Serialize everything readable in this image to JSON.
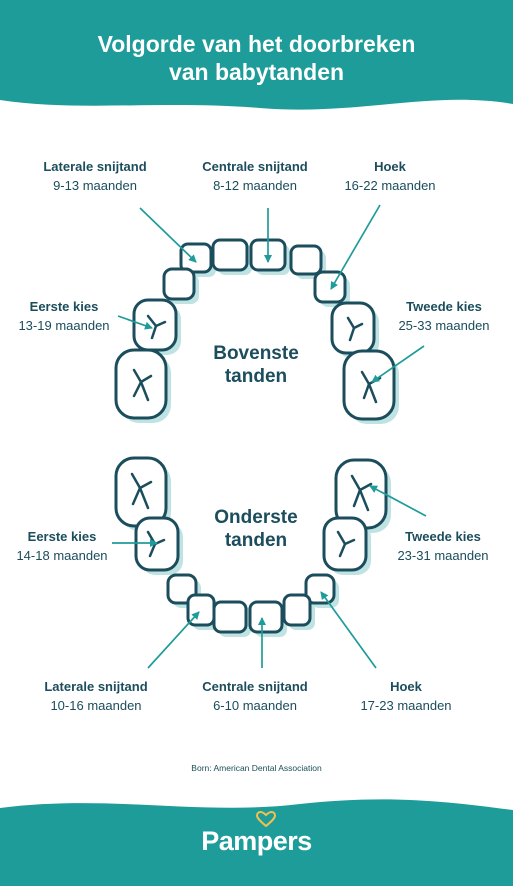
{
  "title": {
    "line1": "Volgorde van het doorbreken",
    "line2": "van babytanden"
  },
  "upper": {
    "title_line1": "Bovenste",
    "title_line2": "tanden",
    "teeth": [
      {
        "name": "Laterale snijtand",
        "age": "9-13 maanden"
      },
      {
        "name": "Centrale snijtand",
        "age": "8-12 maanden"
      },
      {
        "name": "Hoek",
        "age": "16-22 maanden"
      },
      {
        "name": "Eerste kies",
        "age": "13-19 maanden"
      },
      {
        "name": "Tweede kies",
        "age": "25-33 maanden"
      }
    ]
  },
  "lower": {
    "title_line1": "Onderste",
    "title_line2": "tanden",
    "teeth": [
      {
        "name": "Eerste kies",
        "age": "14-18 maanden"
      },
      {
        "name": "Tweede kies",
        "age": "23-31 maanden"
      },
      {
        "name": "Laterale snijtand",
        "age": "10-16 maanden"
      },
      {
        "name": "Centrale snijtand",
        "age": "6-10 maanden"
      },
      {
        "name": "Hoek",
        "age": "17-23 maanden"
      }
    ]
  },
  "source": "Born: American Dental Association",
  "logo": "Pampers",
  "colors": {
    "teal": "#1e9c9a",
    "navy": "#1b4d5c",
    "shadow": "#bfe3e3",
    "accent": "#f2c14e"
  }
}
